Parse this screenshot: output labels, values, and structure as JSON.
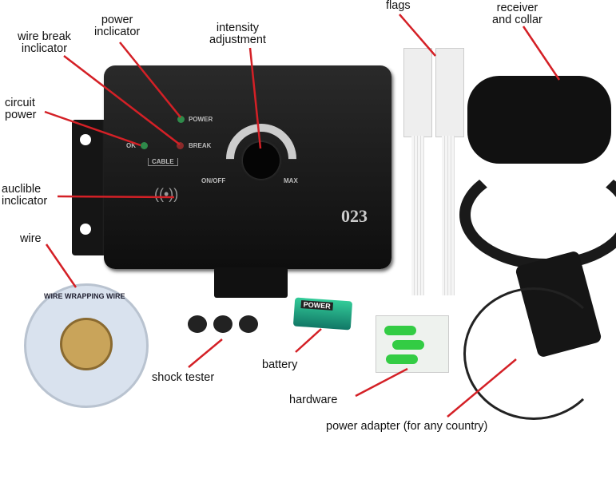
{
  "labels": {
    "power_indicator": [
      "power",
      "inclicator"
    ],
    "wire_break_indicator": [
      "wire break",
      "inclicator"
    ],
    "intensity_adjustment": [
      "intensity",
      "adjustment"
    ],
    "circuit_power": [
      "circuit",
      "power"
    ],
    "audible_indicator": [
      "auclible",
      "inclicator"
    ],
    "wire": "wire",
    "flags": "flags",
    "receiver_and_collar": [
      "receiver",
      "and collar"
    ],
    "shock_tester": "shock tester",
    "battery": "battery",
    "hardware": "hardware",
    "power_adapter": "power adapter (for any country)"
  },
  "device": {
    "power": "POWER",
    "break": "BREAK",
    "ok": "OK",
    "cable": "CABLE",
    "on_off": "ON/OFF",
    "max": "MAX",
    "model": "023"
  },
  "spool_text": "WIRE WRAPPING WIRE",
  "battery_text": "POWER",
  "colors": {
    "callout_line": "#d42026",
    "device": "#1a1a1a",
    "led_green": "#2f8a4a",
    "led_red": "#8a2a2a"
  }
}
